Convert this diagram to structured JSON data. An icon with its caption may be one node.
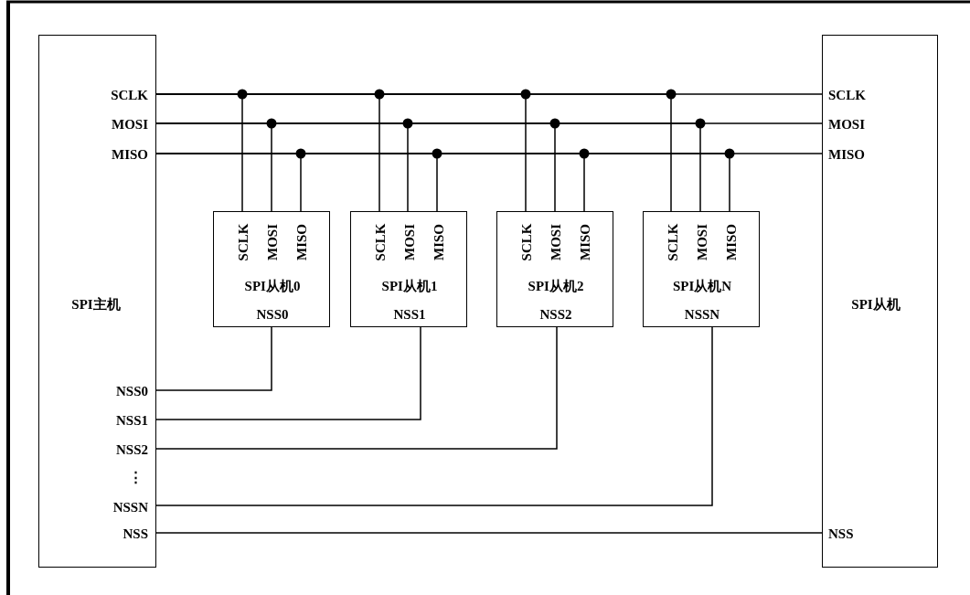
{
  "diagram": {
    "nodes": [
      {
        "text": [
          "SPI主机",
          "SCLK",
          "MOSI",
          "MISO",
          "NSS0",
          "NSS1",
          "NSS2",
          "⋮",
          "NSSN",
          "NSS"
        ]
      },
      {
        "text": [
          "SPI从机",
          "SCLK",
          "MOSI",
          "MISO",
          "NSS"
        ]
      },
      {
        "text": [
          "SCLK",
          "MOSI",
          "MISO",
          "SPI从机0",
          "NSS0"
        ]
      },
      {
        "text": [
          "SCLK",
          "MOSI",
          "MISO",
          "SPI从机1",
          "NSS1"
        ]
      },
      {
        "text": [
          "SCLK",
          "MOSI",
          "MISO",
          "SPI从机2",
          "NSS2"
        ]
      },
      {
        "text": [
          "SCLK",
          "MOSI",
          "MISO",
          "SPI从机N",
          "NSSN"
        ]
      }
    ],
    "edges": [
      {
        "from": 0,
        "to": 1,
        "arrow": "none"
      },
      {
        "from": 0,
        "to": 2,
        "arrow": "none"
      },
      {
        "from": 0,
        "to": 3,
        "arrow": "none"
      },
      {
        "from": 0,
        "to": 4,
        "arrow": "none"
      },
      {
        "from": 0,
        "to": 5,
        "arrow": "none"
      },
      {
        "from": 0,
        "to": 1,
        "arrow": "none"
      },
      {
        "from": 0,
        "to": 2,
        "arrow": "none"
      },
      {
        "from": 0,
        "to": 3,
        "arrow": "none"
      },
      {
        "from": 0,
        "to": 4,
        "arrow": "none"
      },
      {
        "from": 0,
        "to": 5,
        "arrow": "none"
      },
      {
        "from": 0,
        "to": 1,
        "arrow": "none"
      },
      {
        "from": 0,
        "to": 2,
        "arrow": "none"
      },
      {
        "from": 0,
        "to": 3,
        "arrow": "none"
      },
      {
        "from": 0,
        "to": 4,
        "arrow": "none"
      },
      {
        "from": 0,
        "to": 5,
        "arrow": "none"
      },
      {
        "from": 0,
        "to": 2,
        "arrow": "none"
      },
      {
        "from": 0,
        "to": 3,
        "arrow": "none"
      },
      {
        "from": 0,
        "to": 4,
        "arrow": "none"
      },
      {
        "from": 0,
        "to": 5,
        "arrow": "none"
      },
      {
        "from": 0,
        "to": 1,
        "arrow": "none"
      }
    ]
  }
}
